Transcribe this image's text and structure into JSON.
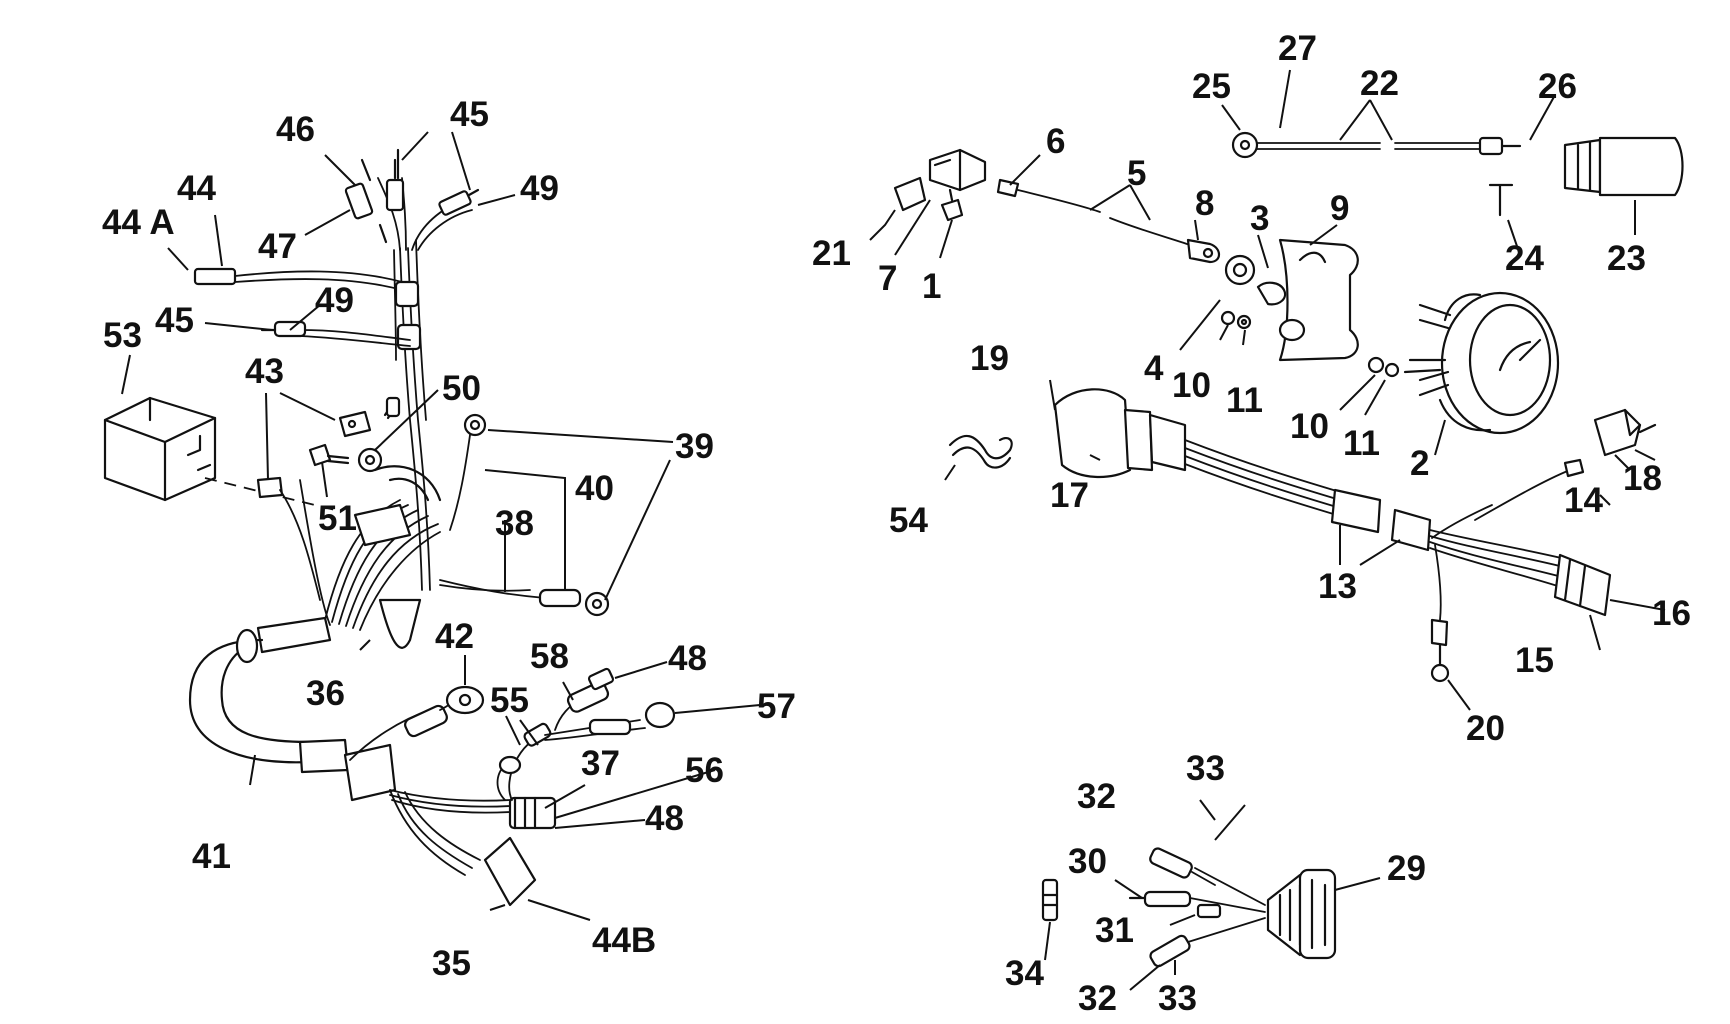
{
  "diagram": {
    "callouts": {
      "c1": "1",
      "c2": "2",
      "c3": "3",
      "c4": "4",
      "c5": "5",
      "c6": "6",
      "c7": "7",
      "c8": "8",
      "c9": "9",
      "c10a": "10",
      "c10b": "10",
      "c11a": "11",
      "c11b": "11",
      "c13": "13",
      "c14": "14",
      "c15": "15",
      "c16": "16",
      "c17": "17",
      "c18": "18",
      "c19": "19",
      "c20": "20",
      "c21": "21",
      "c22": "22",
      "c23": "23",
      "c24": "24",
      "c25": "25",
      "c26": "26",
      "c27": "27",
      "c29": "29",
      "c30": "30",
      "c31": "31",
      "c32a": "32",
      "c32b": "32",
      "c33a": "33",
      "c33b": "33",
      "c34": "34",
      "c35": "35",
      "c36": "36",
      "c37": "37",
      "c38": "38",
      "c39": "39",
      "c40": "40",
      "c41": "41",
      "c42": "42",
      "c43": "43",
      "c44": "44",
      "c44A": "44 A",
      "c44B": "44B",
      "c45a": "45",
      "c45b": "45",
      "c46": "46",
      "c47": "47",
      "c48a": "48",
      "c48b": "48",
      "c49a": "49",
      "c49b": "49",
      "c50": "50",
      "c51": "51",
      "c53": "53",
      "c54": "54",
      "c55": "55",
      "c56": "56",
      "c57": "57",
      "c58": "58"
    }
  }
}
